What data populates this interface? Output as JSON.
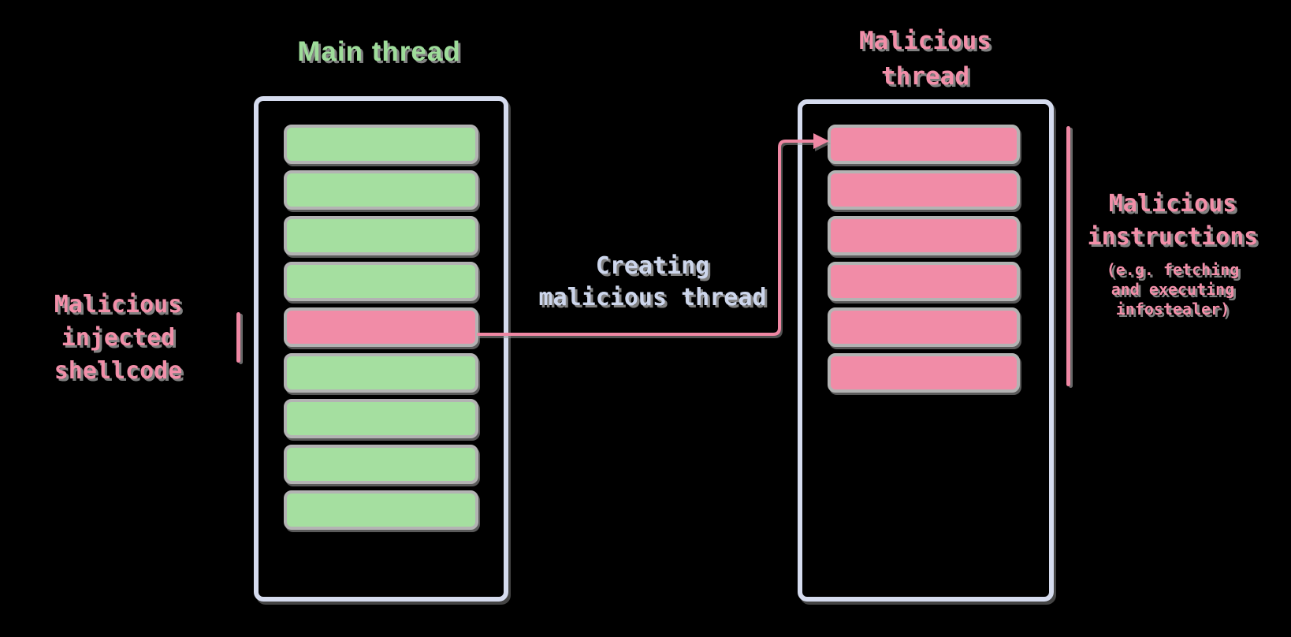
{
  "colors": {
    "background": "#000000",
    "green_block": "#a5dfa0",
    "pink_block": "#f18ca7",
    "box_border": "#d5dbee",
    "block_border": "#b3b3b3",
    "green_text": "#9edc9a",
    "pink_text": "#f28fa9",
    "lavender_text": "#cdd6ec",
    "connector": "#ef87a3"
  },
  "main_thread": {
    "title": "Main thread",
    "blocks": [
      "normal",
      "normal",
      "normal",
      "normal",
      "malicious",
      "normal",
      "normal",
      "normal",
      "normal"
    ]
  },
  "malicious_thread": {
    "title_lines": [
      "Malicious",
      "thread"
    ],
    "blocks": [
      "malicious",
      "malicious",
      "malicious",
      "malicious",
      "malicious",
      "malicious"
    ]
  },
  "labels": {
    "shellcode": {
      "lines": [
        "Malicious",
        "injected",
        "shellcode"
      ]
    },
    "creating": {
      "lines": [
        "Creating",
        "malicious thread"
      ]
    },
    "instructions": {
      "title_lines": [
        "Malicious",
        "instructions"
      ],
      "sub_lines": [
        "(e.g. fetching",
        "and executing",
        "infostealer)"
      ]
    }
  }
}
